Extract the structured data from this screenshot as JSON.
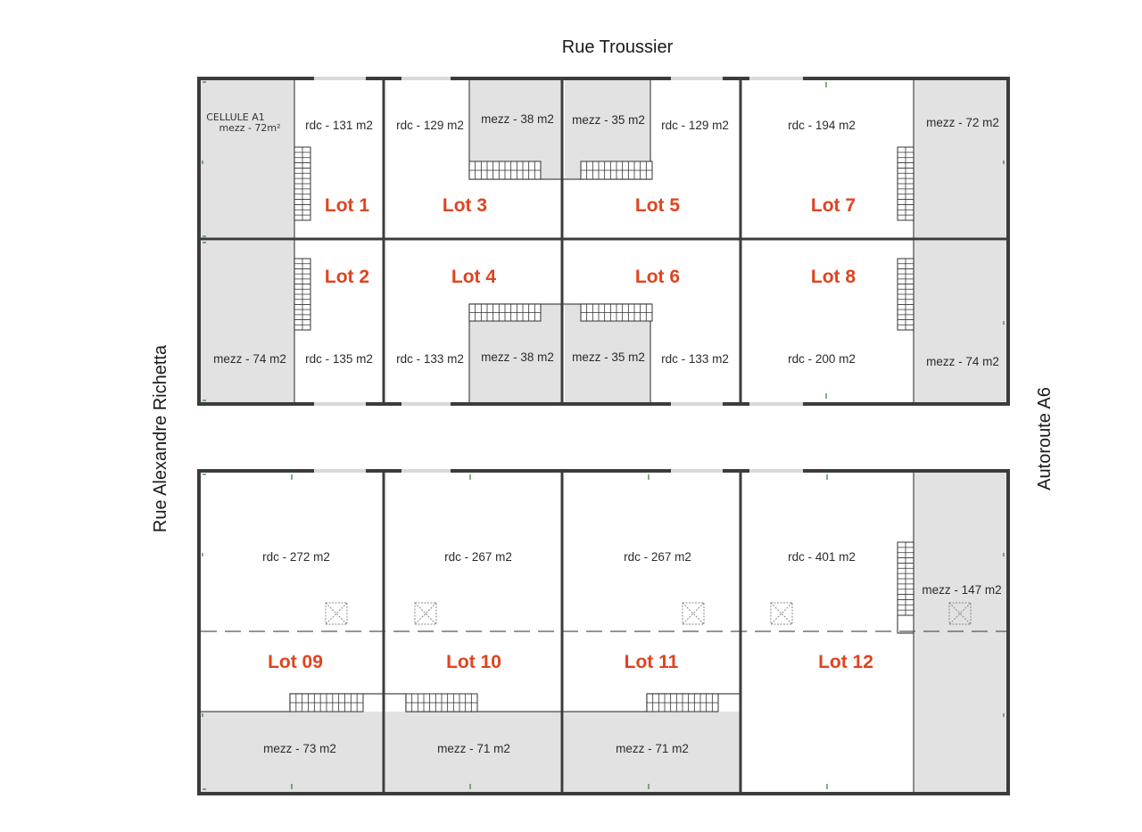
{
  "streets": {
    "top": "Rue Troussier",
    "left": "Rue Alexandre Richetta",
    "right": "Autoroute A6"
  },
  "colors": {
    "lot_label": "#e0431f",
    "mezzanine_fill": "#e2e2e2",
    "wall": "#3c3c3c"
  },
  "lots": [
    {
      "label": "Lot 1",
      "rdc": "rdc - 131 m2",
      "mezz": "",
      "note_line1": "CELLULE A1",
      "note_line2": "mezz - 72m²"
    },
    {
      "label": "Lot 2",
      "rdc": "rdc - 135 m2",
      "mezz": "mezz - 74 m2"
    },
    {
      "label": "Lot 3",
      "rdc": "rdc - 129 m2",
      "mezz": "mezz - 38 m2"
    },
    {
      "label": "Lot 4",
      "rdc": "rdc - 133 m2",
      "mezz": "mezz - 38 m2"
    },
    {
      "label": "Lot 5",
      "rdc": "rdc - 129 m2",
      "mezz": "mezz - 35 m2"
    },
    {
      "label": "Lot 6",
      "rdc": "rdc - 133 m2",
      "mezz": "mezz - 35 m2"
    },
    {
      "label": "Lot 7",
      "rdc": "rdc - 194 m2",
      "mezz": "mezz - 72 m2"
    },
    {
      "label": "Lot 8",
      "rdc": "rdc - 200 m2",
      "mezz": "mezz - 74 m2"
    },
    {
      "label": "Lot 09",
      "rdc": "rdc - 272 m2",
      "mezz": "mezz - 73 m2"
    },
    {
      "label": "Lot 10",
      "rdc": "rdc - 267 m2",
      "mezz": "mezz - 71 m2"
    },
    {
      "label": "Lot 11",
      "rdc": "rdc - 267 m2",
      "mezz": "mezz - 71 m2"
    },
    {
      "label": "Lot 12",
      "rdc": "rdc - 401 m2",
      "mezz": "mezz - 147 m2"
    }
  ]
}
